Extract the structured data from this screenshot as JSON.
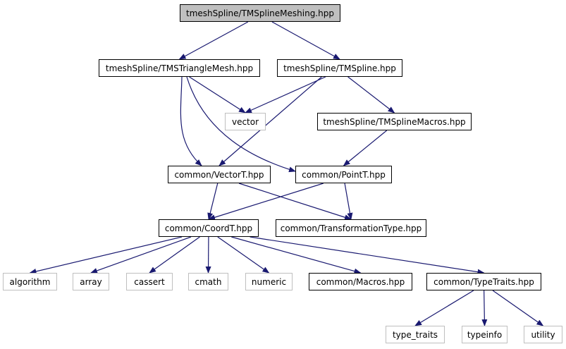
{
  "colors": {
    "edge": "#191970",
    "root_fill": "#bfbfbf",
    "internal_border": "#000000",
    "external_border": "#bfbfbf"
  },
  "nodes": {
    "root": "tmeshSpline/TMSplineMeshing.hpp",
    "tms_triangle_mesh": "tmeshSpline/TMSTriangleMesh.hpp",
    "tmspline": "tmeshSpline/TMSpline.hpp",
    "vector": "vector",
    "tmspline_macros": "tmeshSpline/TMSplineMacros.hpp",
    "vectort": "common/VectorT.hpp",
    "pointt": "common/PointT.hpp",
    "coordt": "common/CoordT.hpp",
    "transformation_type": "common/TransformationType.hpp",
    "algorithm": "algorithm",
    "array": "array",
    "cassert": "cassert",
    "cmath": "cmath",
    "numeric": "numeric",
    "macros": "common/Macros.hpp",
    "type_traits_hpp": "common/TypeTraits.hpp",
    "type_traits": "type_traits",
    "typeinfo": "typeinfo",
    "utility": "utility"
  },
  "edges": [
    [
      "root",
      "tms_triangle_mesh"
    ],
    [
      "root",
      "tmspline"
    ],
    [
      "tms_triangle_mesh",
      "vector"
    ],
    [
      "tms_triangle_mesh",
      "vectort"
    ],
    [
      "tms_triangle_mesh",
      "pointt"
    ],
    [
      "tmspline",
      "vector"
    ],
    [
      "tmspline",
      "tmspline_macros"
    ],
    [
      "tmspline",
      "vectort"
    ],
    [
      "tmspline_macros",
      "pointt"
    ],
    [
      "vectort",
      "coordt"
    ],
    [
      "vectort",
      "transformation_type"
    ],
    [
      "pointt",
      "coordt"
    ],
    [
      "pointt",
      "transformation_type"
    ],
    [
      "coordt",
      "algorithm"
    ],
    [
      "coordt",
      "array"
    ],
    [
      "coordt",
      "cassert"
    ],
    [
      "coordt",
      "cmath"
    ],
    [
      "coordt",
      "numeric"
    ],
    [
      "coordt",
      "macros"
    ],
    [
      "coordt",
      "type_traits_hpp"
    ],
    [
      "type_traits_hpp",
      "type_traits"
    ],
    [
      "type_traits_hpp",
      "typeinfo"
    ],
    [
      "type_traits_hpp",
      "utility"
    ]
  ]
}
